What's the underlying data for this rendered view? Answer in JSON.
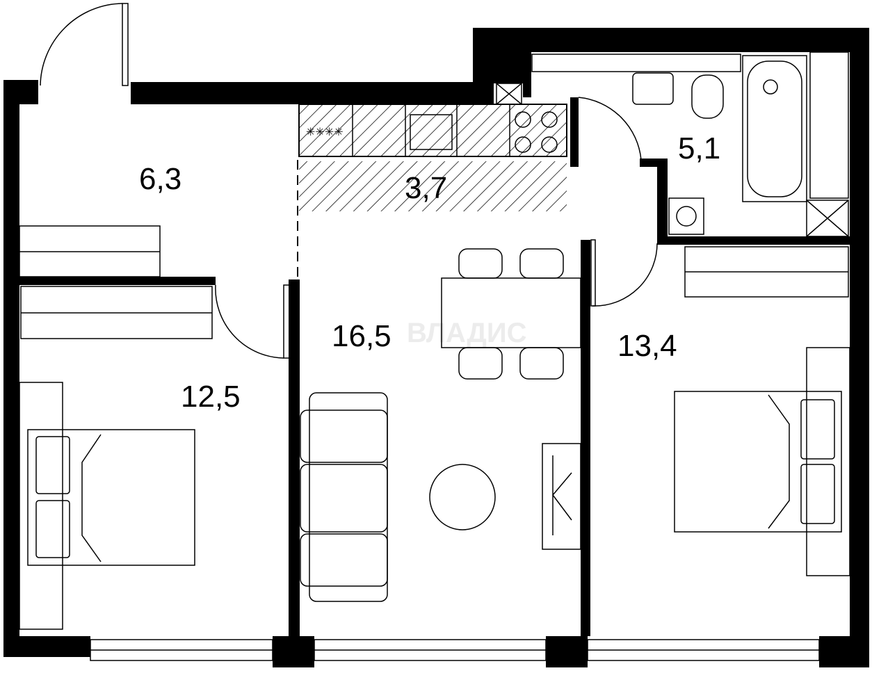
{
  "plan": {
    "rooms": [
      {
        "id": "hall",
        "area": "6,3"
      },
      {
        "id": "kitchen",
        "area": "3,7"
      },
      {
        "id": "bathroom",
        "area": "5,1"
      },
      {
        "id": "living",
        "area": "16,5"
      },
      {
        "id": "bedroom-left",
        "area": "12,5"
      },
      {
        "id": "bedroom-right",
        "area": "13,4"
      }
    ],
    "watermark": "ВЛАДИС",
    "colors": {
      "wall": "#000000",
      "background": "#ffffff",
      "hatch": "#000000"
    }
  }
}
